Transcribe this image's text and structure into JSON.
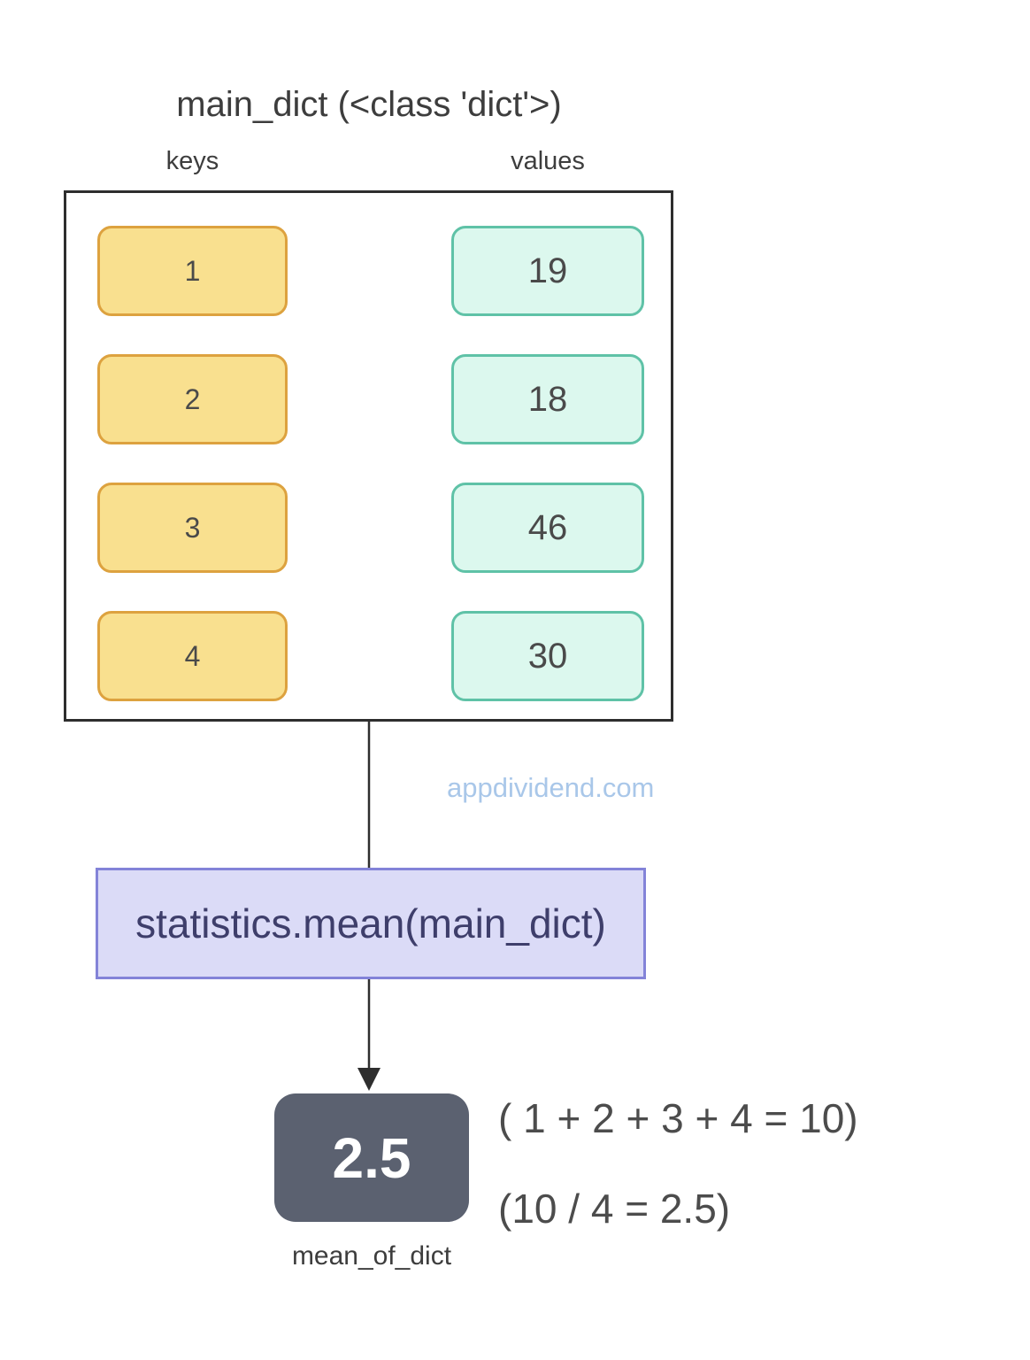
{
  "title": "main_dict  (<class 'dict'>)",
  "watermark": "appdividend.com",
  "dict_box": {
    "keys_label": "keys",
    "values_label": "values",
    "entries": [
      {
        "key": "1",
        "value": "19"
      },
      {
        "key": "2",
        "value": "18"
      },
      {
        "key": "3",
        "value": "46"
      },
      {
        "key": "4",
        "value": "30"
      }
    ]
  },
  "function_box": {
    "label": "statistics.mean(main_dict)"
  },
  "result": {
    "value": "2.5",
    "label": "mean_of_dict"
  },
  "calculations": {
    "sum_line": "( 1 + 2 + 3 + 4 = 10)",
    "division_line": "(10 / 4 = 2.5)"
  },
  "colors": {
    "key_fill": "#f9e08f",
    "key_border": "#dda23f",
    "value_fill": "#dcf8ee",
    "value_border": "#5fc2a7",
    "outer_box_border": "#2e2e2e",
    "function_fill": "#dbdbf7",
    "function_border": "#8383d8",
    "function_text": "#3e3e6b",
    "result_fill": "#5b6170",
    "result_text": "#ffffff",
    "watermark_text": "#a9c7e9",
    "body_text": "#3d3d3d"
  }
}
